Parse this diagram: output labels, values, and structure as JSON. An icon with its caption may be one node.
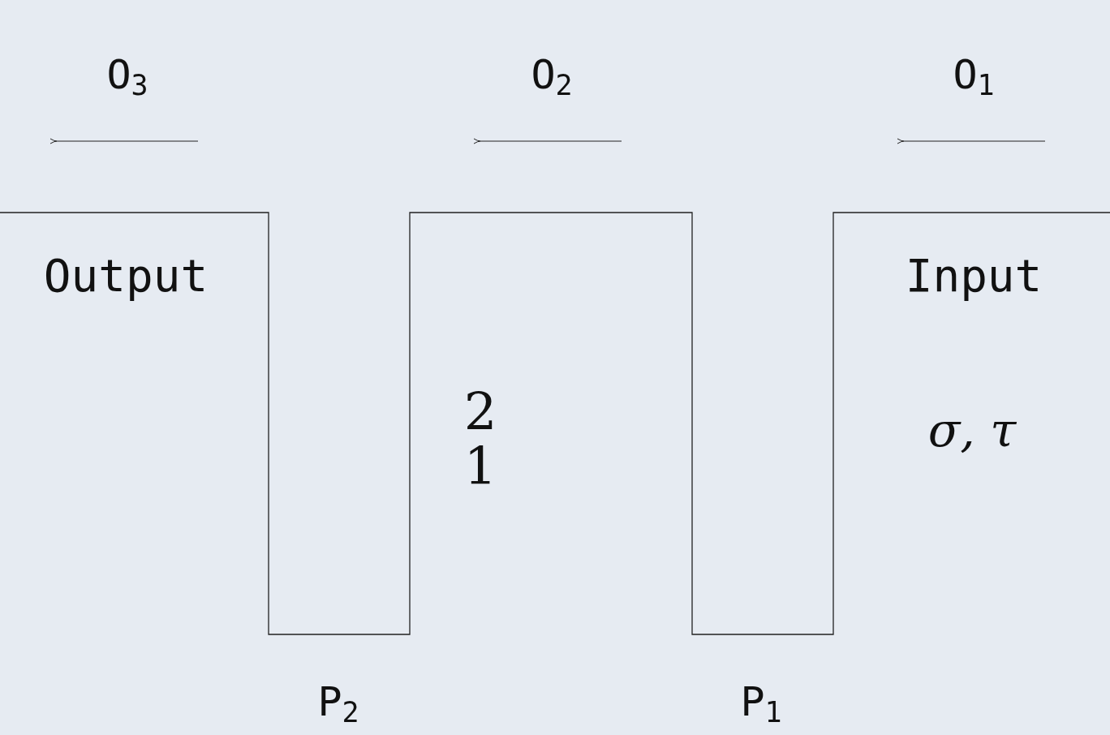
{
  "diagram": {
    "labels": [
      "O$_{3}$",
      "O$_{2}$",
      "O$_{1}$",
      "Output",
      "Input",
      "2",
      "σ, τ",
      "1",
      "P$_{2}$",
      "P$_{1}$"
    ]
  }
}
